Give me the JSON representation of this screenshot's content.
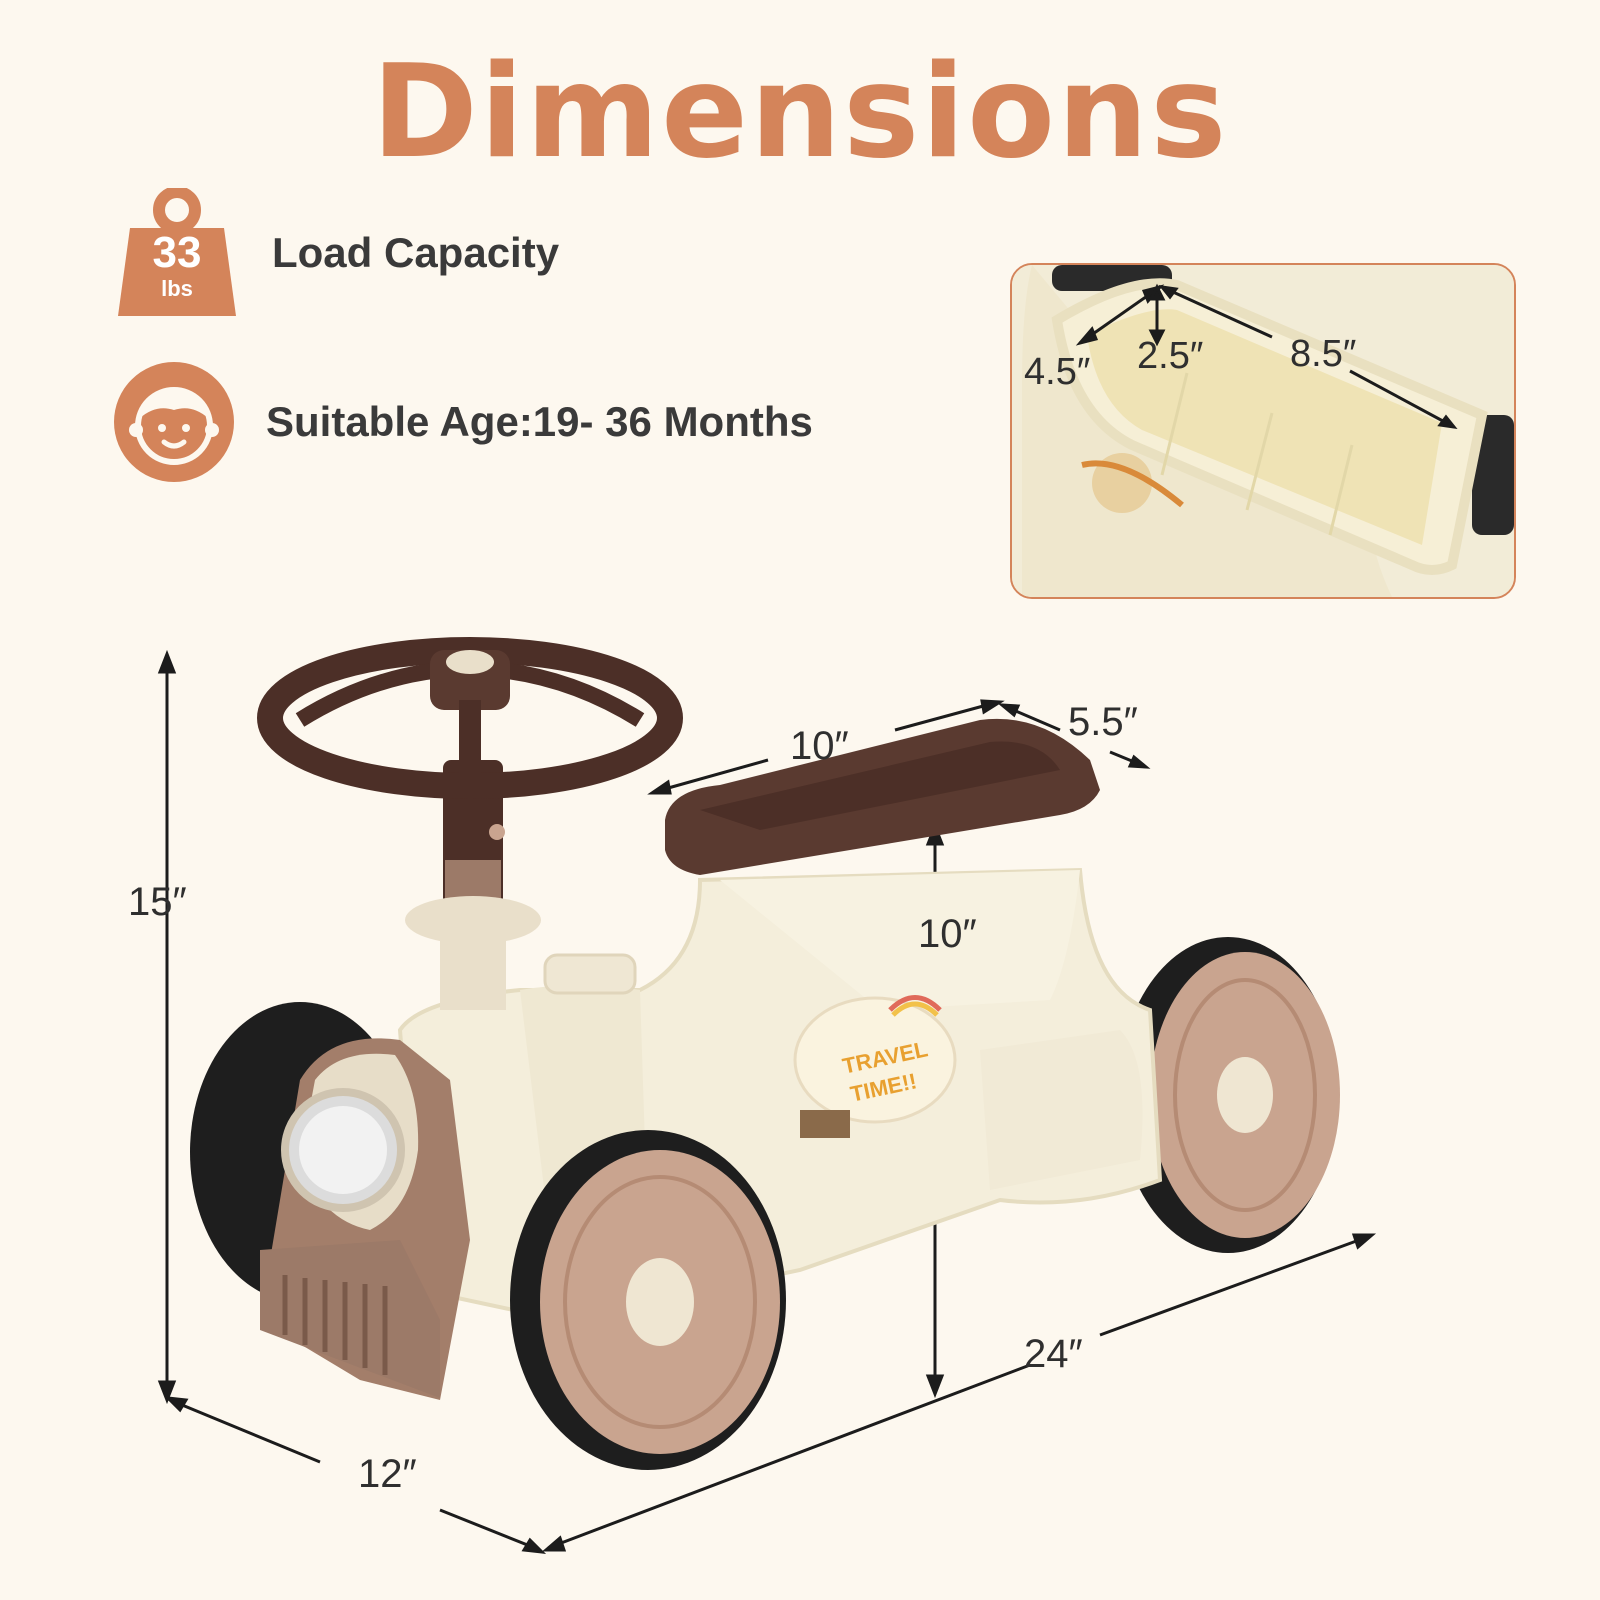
{
  "title": "Dimensions",
  "features": {
    "load": {
      "value": "33",
      "unit": "lbs",
      "label": "Load Capacity",
      "icon": "weight-icon"
    },
    "age": {
      "label": "Suitable Age:19- 36 Months",
      "icon": "child-face-icon"
    }
  },
  "storage_dims": {
    "width": "4.5″",
    "depth": "2.5″",
    "length": "8.5″"
  },
  "product_dims": {
    "height": "15″",
    "width": "12″",
    "length": "24″",
    "seat_length": "10″",
    "seat_width": "5.5″",
    "seat_height": "10″"
  },
  "decal": {
    "line1": "TRAVEL",
    "line2": "TIME!!"
  },
  "colors": {
    "accent": "#d4845a",
    "cream": "#f4eedb",
    "brown": "#5a3a30",
    "wheel": "#c9a48f"
  }
}
